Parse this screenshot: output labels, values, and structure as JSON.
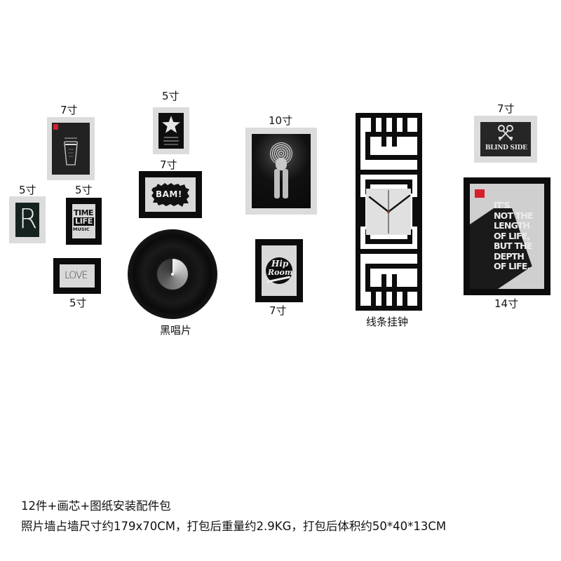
{
  "frames": [
    {
      "id": "beer-glass",
      "size_label": "7寸",
      "frame_color": "white",
      "art": "beer glass on chalkboard"
    },
    {
      "id": "letter-r",
      "size_label": "5寸",
      "frame_color": "white",
      "art_text": "R"
    },
    {
      "id": "time-life-music",
      "size_label": "5寸",
      "frame_color": "black",
      "art_text": [
        "TIME",
        "LIFE",
        "MUSIC"
      ]
    },
    {
      "id": "love",
      "size_label": "5寸",
      "frame_color": "black",
      "art_text": "LOVE"
    },
    {
      "id": "star",
      "size_label": "5寸",
      "frame_color": "white",
      "art": "star"
    },
    {
      "id": "bam",
      "size_label": "7寸",
      "frame_color": "black",
      "art_text": "BAM!"
    },
    {
      "id": "record",
      "size_label": "黑唱片",
      "art": "black vinyl record"
    },
    {
      "id": "woman-portrait",
      "size_label": "10寸",
      "frame_color": "white",
      "art": "woman portrait with circles"
    },
    {
      "id": "hip-room",
      "size_label": "7寸",
      "frame_color": "black",
      "art_text": [
        "Hip",
        "Room"
      ]
    },
    {
      "id": "line-clock",
      "size_label": "线条挂钟",
      "art": "geometric line wall clock"
    },
    {
      "id": "blind-side",
      "size_label": "7寸",
      "frame_color": "white",
      "art_text": "BLIND SIDE"
    },
    {
      "id": "depth-of-life",
      "size_label": "14寸",
      "frame_color": "black",
      "art_text": [
        "IT'S",
        "NOT THE",
        "LENGTH",
        "OF LIFE,",
        "BUT THE",
        "DEPTH",
        "OF LIFE."
      ]
    }
  ],
  "footer": {
    "line1": "12件+画芯+图纸安装配件包",
    "line2": "照片墙占墙尺寸约179x70CM，打包后重量约2.9KG，打包后体积约50*40*13CM"
  },
  "colors": {
    "frame_black": "#0c0c0c",
    "frame_white": "#dcdcdc",
    "accent_red": "#d8202a"
  }
}
